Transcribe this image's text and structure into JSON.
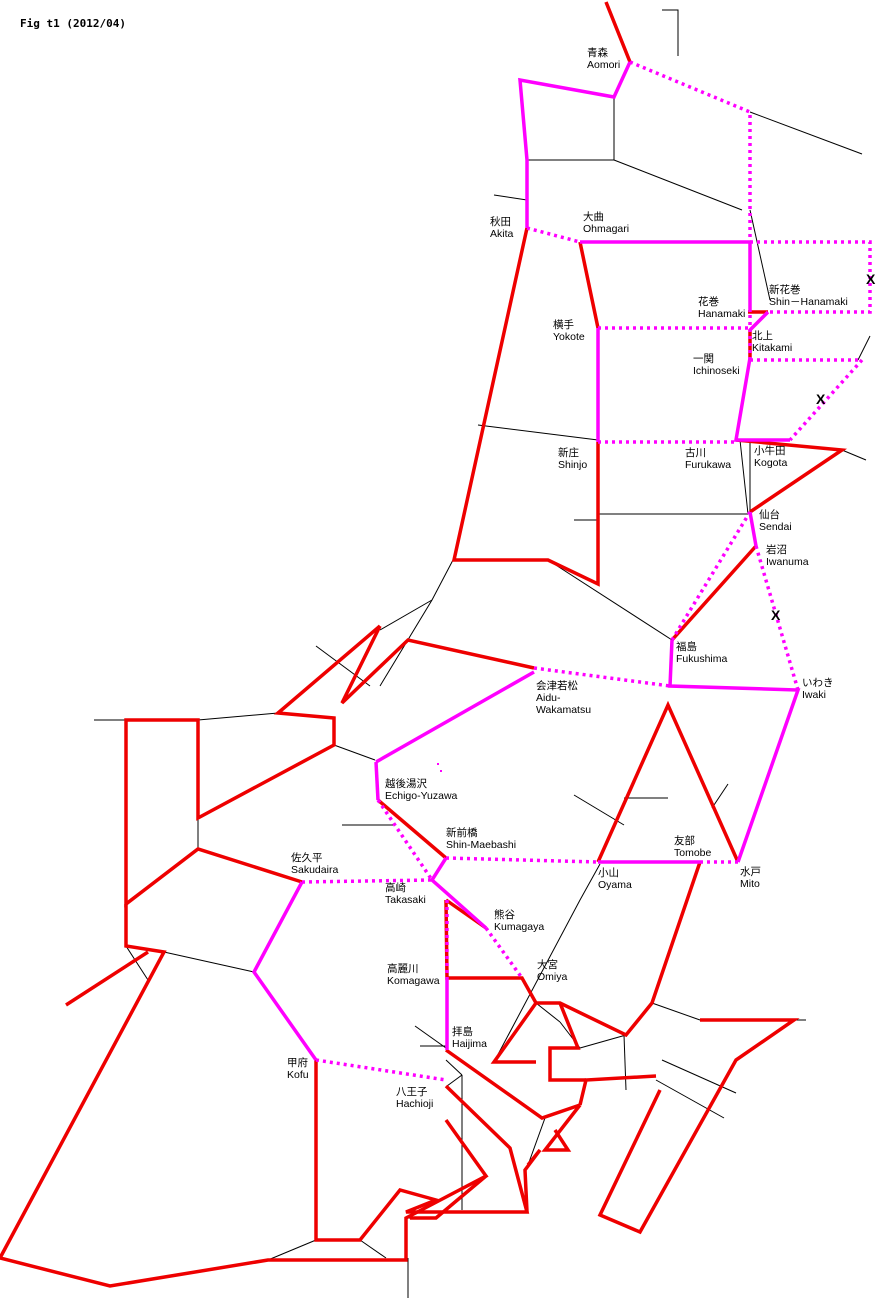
{
  "figure_title": "Fig t1 (2012/04)",
  "colors": {
    "red": "#ee0000",
    "magenta": "#ff00ff",
    "black": "#000000",
    "background": "#ffffff"
  },
  "legend_marks": {
    "closed_mark": "X"
  },
  "stations": [
    {
      "id": "aomori",
      "ja": "青森",
      "en": "Aomori"
    },
    {
      "id": "akita",
      "ja": "秋田",
      "en": "Akita"
    },
    {
      "id": "ohmagari",
      "ja": "大曲",
      "en": "Ohmagari"
    },
    {
      "id": "shin-hanamaki",
      "ja": "新花巻",
      "en": "Shin－Hanamaki"
    },
    {
      "id": "hanamaki",
      "ja": "花巻",
      "en": "Hanamaki"
    },
    {
      "id": "yokote",
      "ja": "横手",
      "en": "Yokote"
    },
    {
      "id": "kitakami",
      "ja": "北上",
      "en": "Kitakami"
    },
    {
      "id": "ichinoseki",
      "ja": "一関",
      "en": "Ichinoseki"
    },
    {
      "id": "shinjo",
      "ja": "新庄",
      "en": "Shinjo"
    },
    {
      "id": "furukawa",
      "ja": "古川",
      "en": "Furukawa"
    },
    {
      "id": "kogota",
      "ja": "小牛田",
      "en": "Kogota"
    },
    {
      "id": "sendai",
      "ja": "仙台",
      "en": "Sendai"
    },
    {
      "id": "iwanuma",
      "ja": "岩沼",
      "en": "Iwanuma"
    },
    {
      "id": "fukushima",
      "ja": "福島",
      "en": "Fukushima"
    },
    {
      "id": "aidu-wakamatsu",
      "ja": "会津若松",
      "en": "Aidu-\nWakamatsu"
    },
    {
      "id": "iwaki",
      "ja": "いわき",
      "en": "Iwaki"
    },
    {
      "id": "echigo-yuzawa",
      "ja": "越後湯沢",
      "en": "Echigo-Yuzawa"
    },
    {
      "id": "shin-maebashi",
      "ja": "新前橋",
      "en": "Shin-Maebashi"
    },
    {
      "id": "tomobe",
      "ja": "友部",
      "en": "Tomobe"
    },
    {
      "id": "sakudaira",
      "ja": "佐久平",
      "en": "Sakudaira"
    },
    {
      "id": "oyama",
      "ja": "小山",
      "en": "Oyama"
    },
    {
      "id": "mito",
      "ja": "水戸",
      "en": "Mito"
    },
    {
      "id": "takasaki",
      "ja": "高崎",
      "en": "Takasaki"
    },
    {
      "id": "kumagaya",
      "ja": "熊谷",
      "en": "Kumagaya"
    },
    {
      "id": "omiya",
      "ja": "大宮",
      "en": "Omiya"
    },
    {
      "id": "komagawa",
      "ja": "高麗川",
      "en": "Komagawa"
    },
    {
      "id": "haijima",
      "ja": "拝島",
      "en": "Haijima"
    },
    {
      "id": "kofu",
      "ja": "甲府",
      "en": "Kofu"
    },
    {
      "id": "hachioji",
      "ja": "八王子",
      "en": "Hachioji"
    }
  ]
}
